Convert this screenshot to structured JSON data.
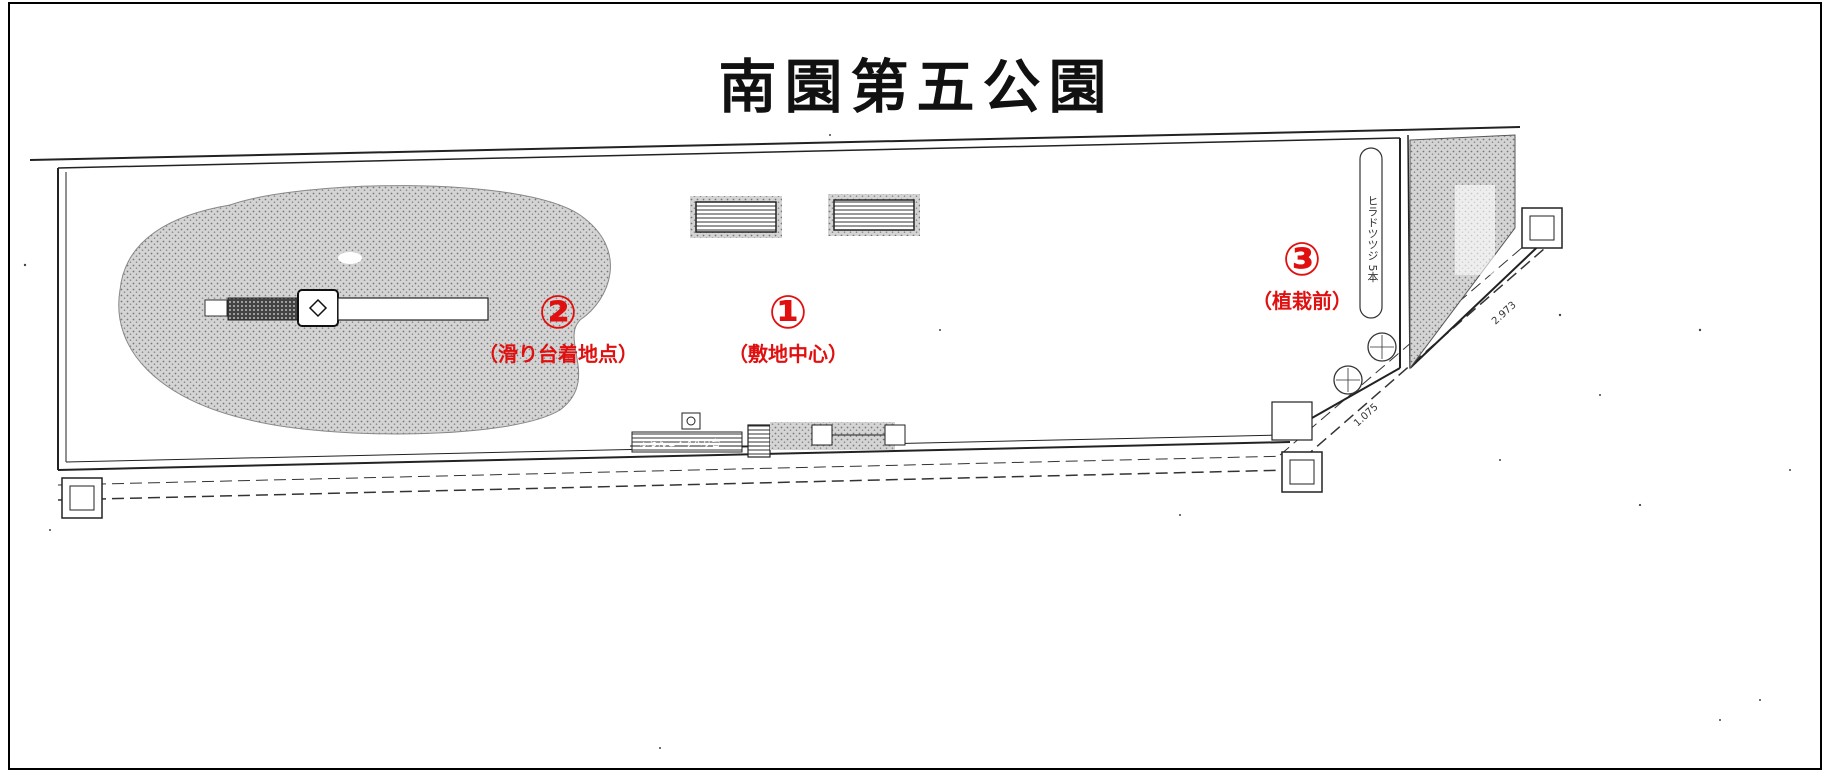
{
  "map": {
    "title": "南園第五公園",
    "markers": [
      {
        "num": "①",
        "note": "（敷地中心）"
      },
      {
        "num": "②",
        "note": "（滑り台着地点）"
      },
      {
        "num": "③",
        "note": "（植栽前）"
      }
    ],
    "plan_labels": {
      "plant_label": "ヒラドツツジ 5本",
      "dimension_1": "2.973",
      "dimension_2": "1.075",
      "equipment_label": "ぶらんこ・すべり台"
    },
    "colors": {
      "marker": "#e01010",
      "line": "#222222",
      "shade": "#bdbdbd"
    }
  }
}
